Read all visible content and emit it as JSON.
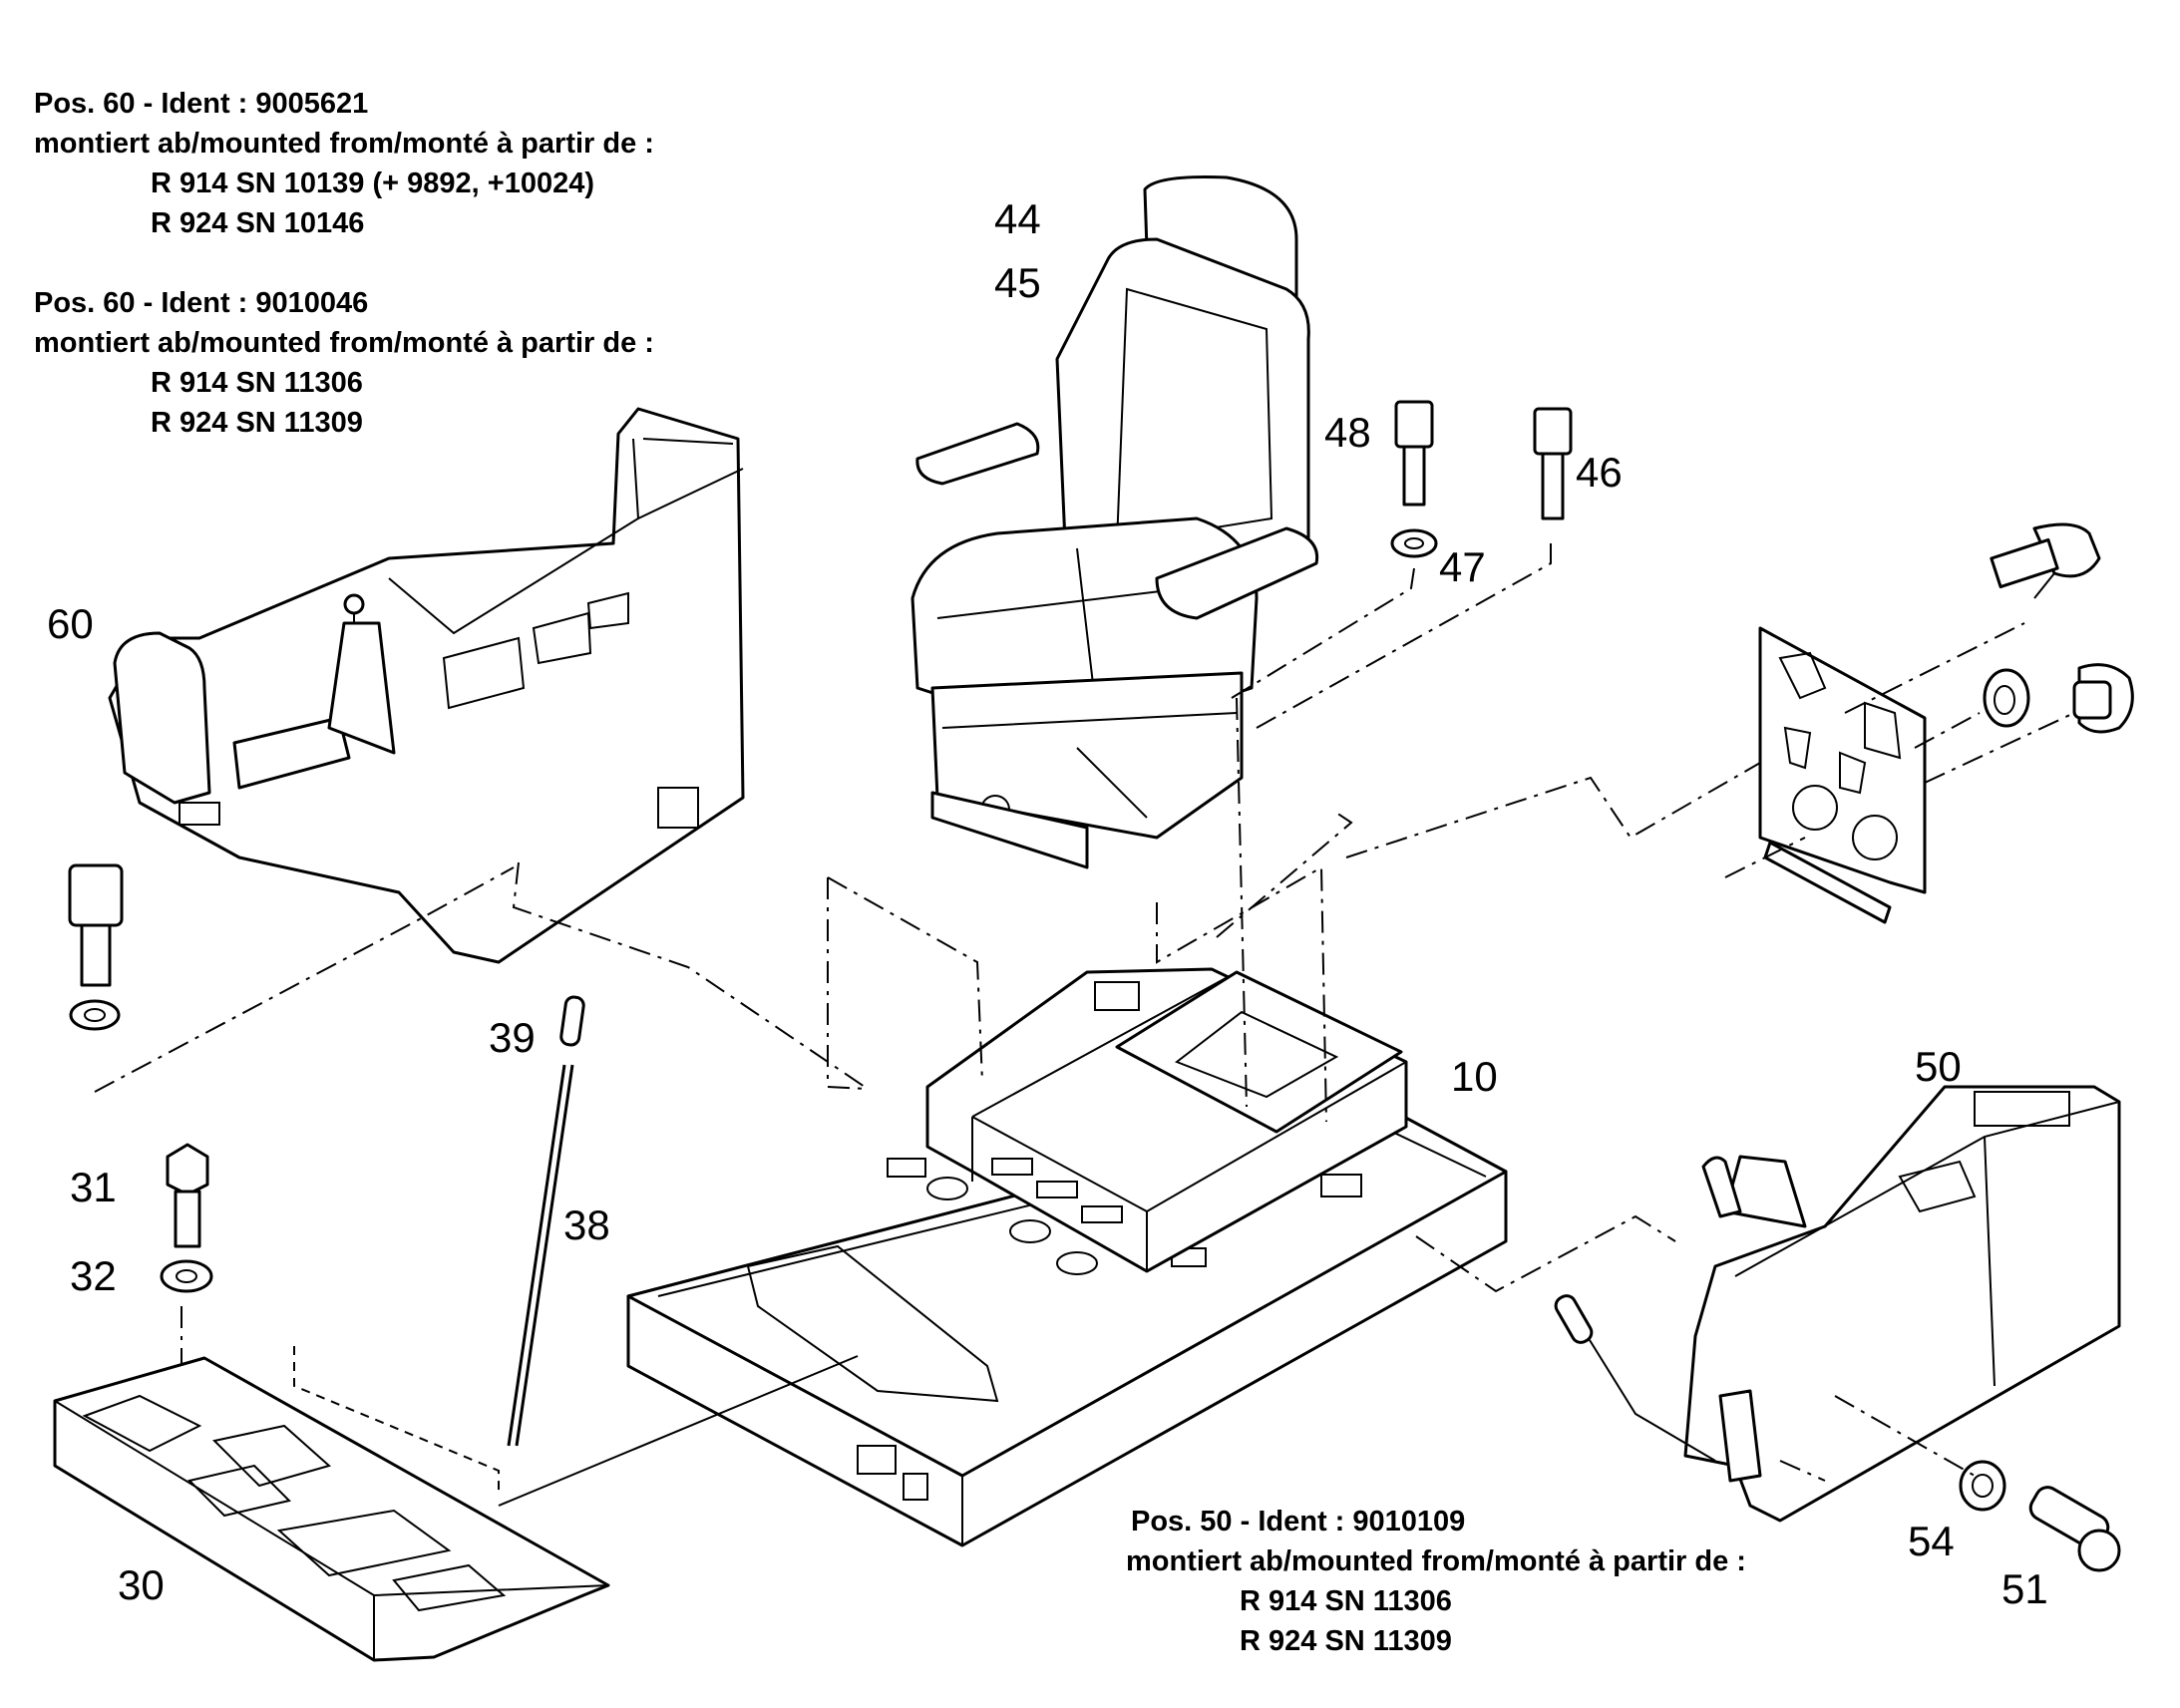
{
  "notes": {
    "pos60_a": {
      "line1": "Pos. 60  -  Ident : 9005621",
      "line2": "montiert ab/mounted from/monté à partir de :",
      "line3": "R 914 SN 10139 (+ 9892, +10024)",
      "line4": "R 924 SN 10146"
    },
    "pos60_b": {
      "line1": "Pos. 60  -  Ident : 9010046",
      "line2": "montiert ab/mounted from/monté à partir de :",
      "line3": "R 914 SN 11306",
      "line4": "R 924 SN 11309"
    },
    "pos50": {
      "line1": "Pos. 50 -  Ident : 9010109",
      "line2": "montiert ab/mounted from/monté à partir de :",
      "line3": "R 914 SN 11306",
      "line4": "R 924 SN 11309"
    }
  },
  "callouts": {
    "c44": "44",
    "c45": "45",
    "c48": "48",
    "c46": "46",
    "c47": "47",
    "c60": "60",
    "c39": "39",
    "c10": "10",
    "c50": "50",
    "c31": "31",
    "c38": "38",
    "c32": "32",
    "c30": "30",
    "c54": "54",
    "c51": "51"
  }
}
